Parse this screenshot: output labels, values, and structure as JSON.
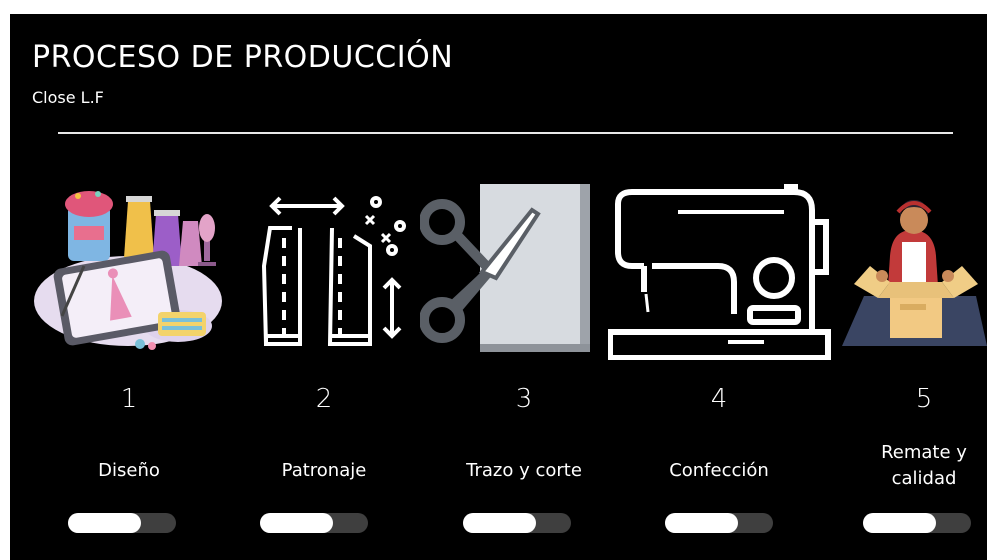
{
  "header": {
    "title": "PROCESO DE PRODUCCIÓN",
    "subtitle": "Close L.F"
  },
  "steps": [
    {
      "number": "1",
      "label": "Diseño",
      "progress": 0.68,
      "illustration": "fashion-design-icon"
    },
    {
      "number": "2",
      "label": "Patronaje",
      "progress": 0.68,
      "illustration": "sewing-pattern-icon"
    },
    {
      "number": "3",
      "label": "Trazo y corte",
      "progress": 0.68,
      "illustration": "scissors-cut-icon"
    },
    {
      "number": "4",
      "label": "Confección",
      "progress": 0.68,
      "illustration": "sewing-machine-icon"
    },
    {
      "number": "5",
      "label": "Remate y\ncalidad",
      "progress": 0.68,
      "illustration": "quality-box-icon"
    }
  ],
  "colors": {
    "background": "#000000",
    "text": "#ffffff",
    "toggle_track": "#3f3f3f",
    "toggle_fill": "#ffffff"
  }
}
